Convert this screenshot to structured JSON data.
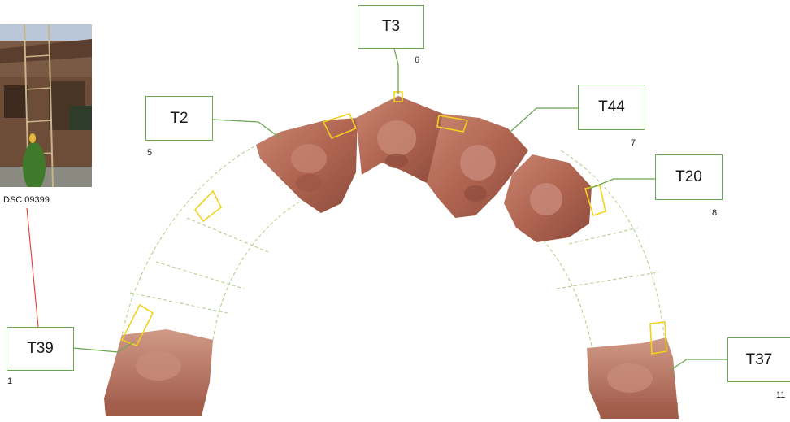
{
  "photo": {
    "caption": "DSC 09399"
  },
  "labels": [
    {
      "id": "T3",
      "text": "T3",
      "number": "6"
    },
    {
      "id": "T2",
      "text": "T2",
      "number": "5"
    },
    {
      "id": "T44",
      "text": "T44",
      "number": "7"
    },
    {
      "id": "T20",
      "text": "T20",
      "number": "8"
    },
    {
      "id": "T39",
      "text": "T39",
      "number": "1"
    },
    {
      "id": "T37",
      "text": "T37",
      "number": "11"
    }
  ],
  "colors": {
    "leader_line": "#6aa84f",
    "label_border": "#6aa84f",
    "arch_outline": "#b5cf8f",
    "joint_marker": "#f1d21c",
    "photo_link": "#e03a2c",
    "terracotta": "#b66a55"
  }
}
